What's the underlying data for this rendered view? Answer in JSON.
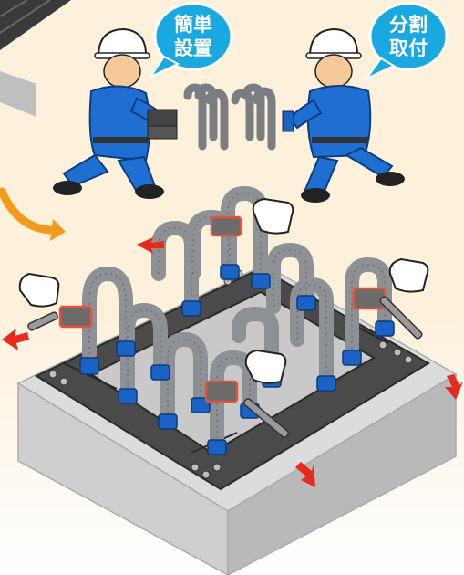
{
  "bubbles": {
    "left": {
      "line1": "簡単",
      "line2": "設置"
    },
    "right": {
      "line1": "分割",
      "line2": "取付"
    }
  },
  "colors": {
    "background": "#fdf1dc",
    "bubble": "#1aa8e0",
    "worker_suit": "#1e6fd1",
    "concrete": "#d4d4d4",
    "steel_plate": "#4a4a4a",
    "flex_pipe": "#8d9094",
    "fitting": "#1a62c4",
    "highlight": "#e8503a",
    "arrow_orange": "#f39a1c",
    "force_arrow": "#e52b1e"
  },
  "icons": [
    "pointing-hand-icon",
    "red-arrow-icon",
    "orange-curved-arrow-icon",
    "turnbuckle-icon",
    "worker-figure"
  ]
}
